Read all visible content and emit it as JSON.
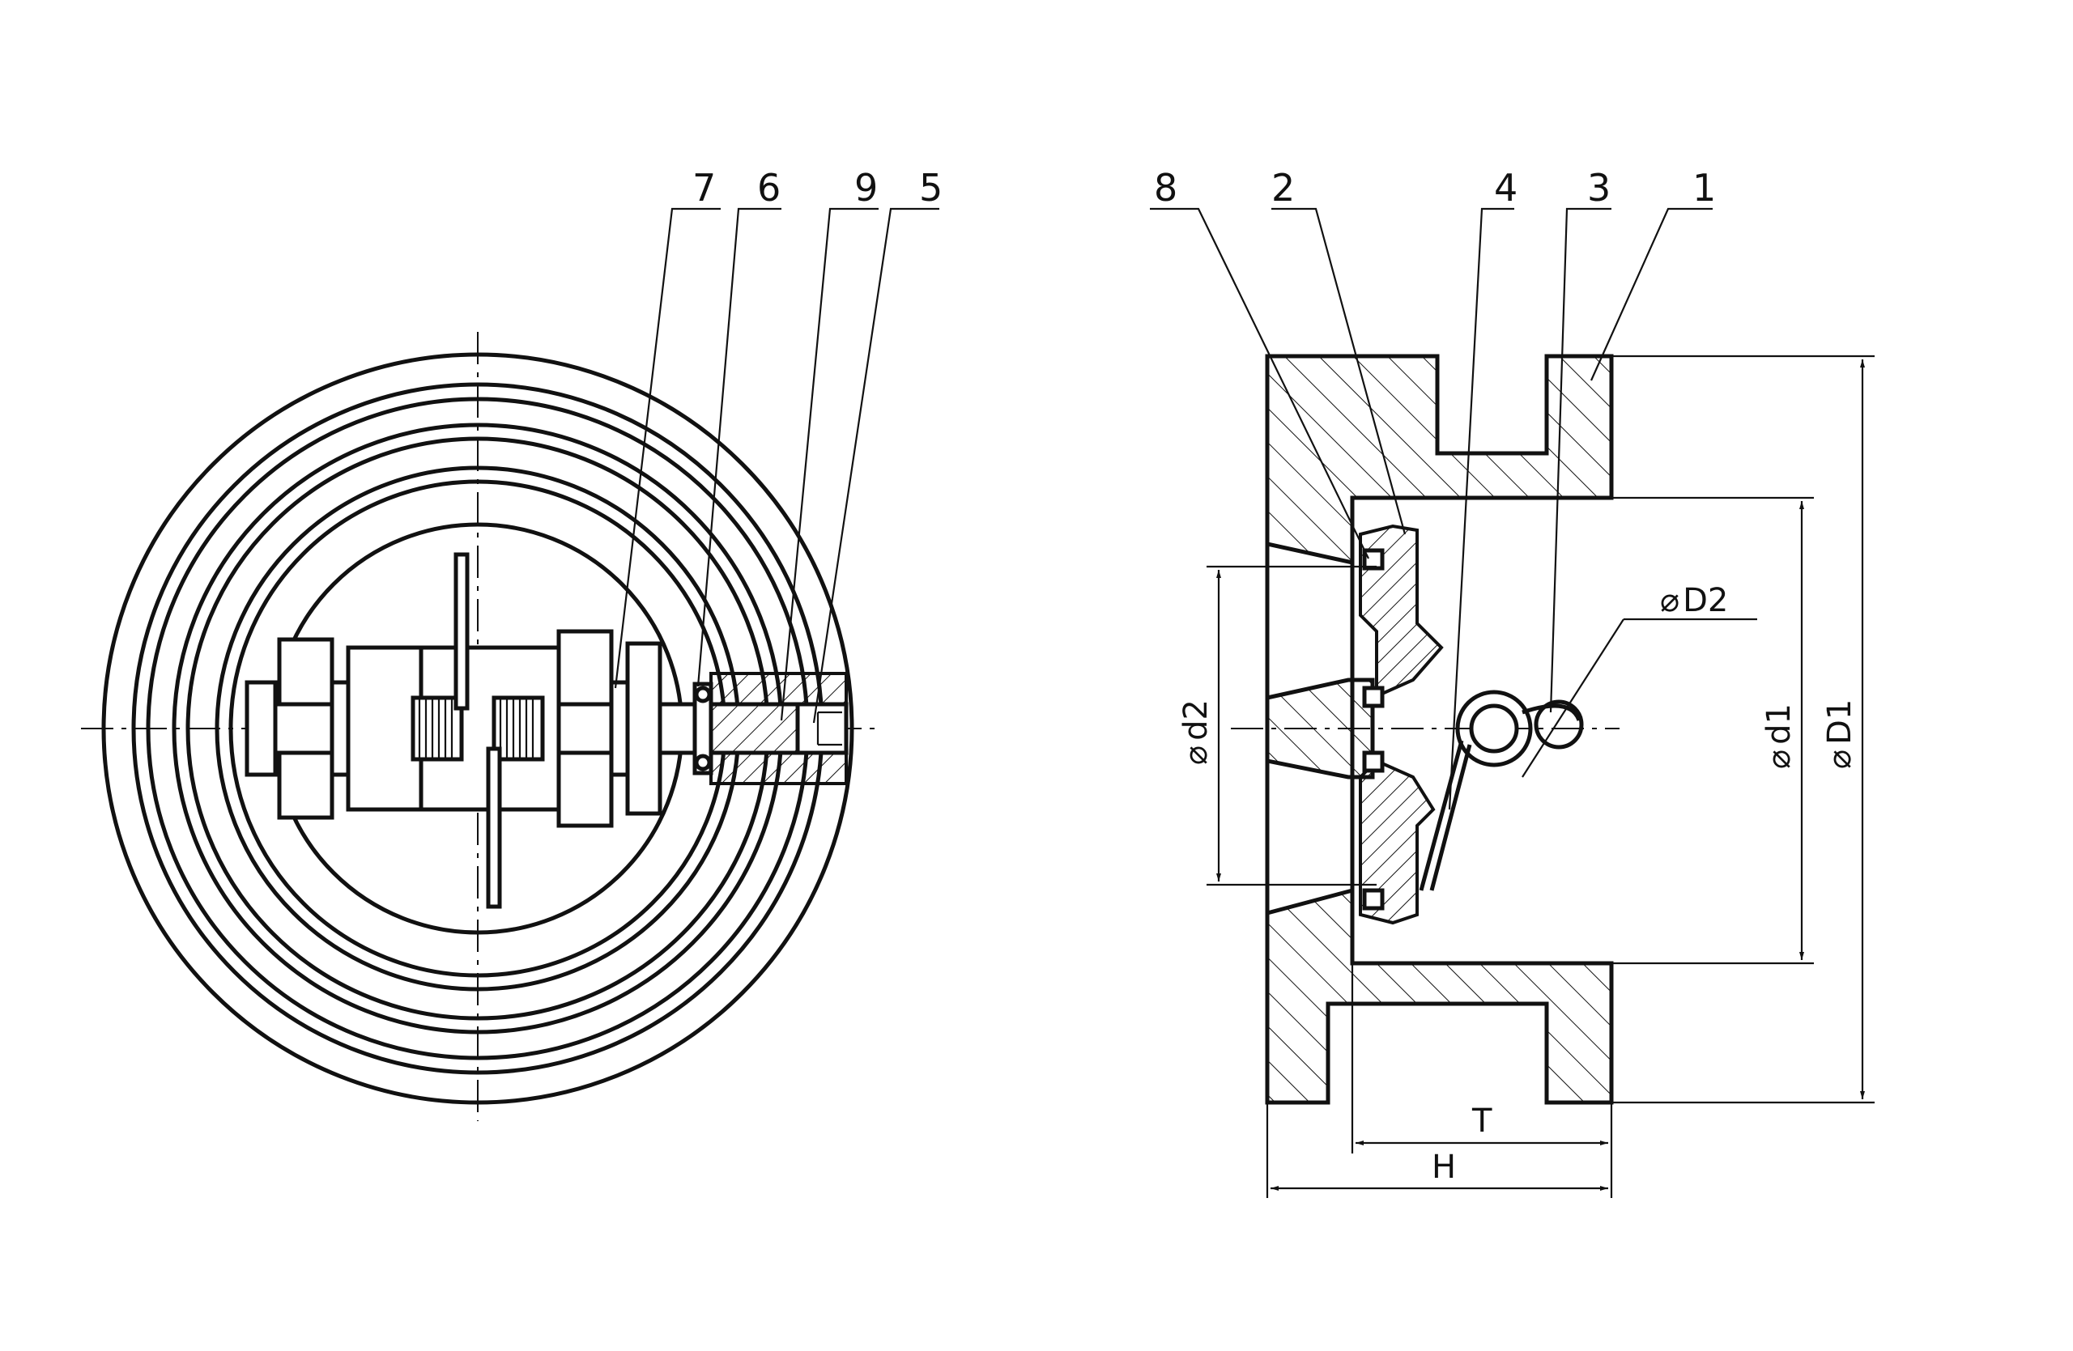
{
  "callouts_front": [
    "7",
    "6",
    "9",
    "5"
  ],
  "callouts_side": [
    "8",
    "2",
    "4",
    "3",
    "1"
  ],
  "dimensions": {
    "d2": "d2",
    "D2": "D2",
    "d1": "d1",
    "D1": "D1",
    "T": "T",
    "H": "H"
  },
  "diameter_symbol": "⌀",
  "colors": {
    "line": "#111111",
    "background": "#ffffff"
  }
}
